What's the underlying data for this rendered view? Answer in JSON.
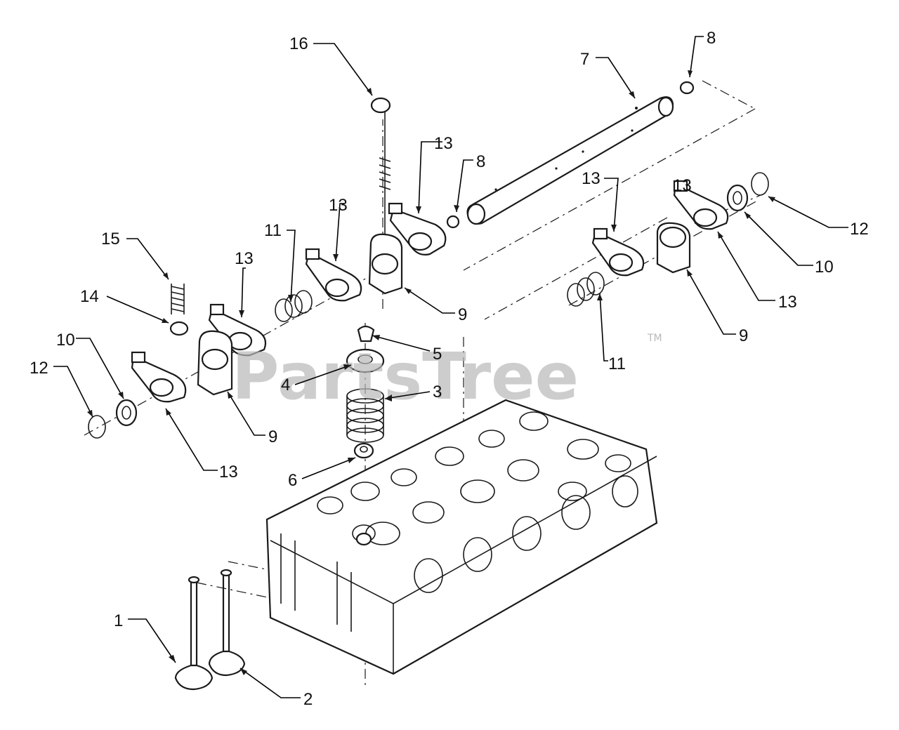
{
  "watermark": {
    "text": "PartsTree",
    "trademark": "TM"
  },
  "callouts": [
    {
      "label": "1"
    },
    {
      "label": "2"
    },
    {
      "label": "3"
    },
    {
      "label": "4"
    },
    {
      "label": "5"
    },
    {
      "label": "6"
    },
    {
      "label": "7"
    },
    {
      "label": "8"
    },
    {
      "label": "8"
    },
    {
      "label": "9"
    },
    {
      "label": "9"
    },
    {
      "label": "9"
    },
    {
      "label": "10"
    },
    {
      "label": "10"
    },
    {
      "label": "11"
    },
    {
      "label": "11"
    },
    {
      "label": "12"
    },
    {
      "label": "12"
    },
    {
      "label": "13"
    },
    {
      "label": "13"
    },
    {
      "label": "13"
    },
    {
      "label": "13"
    },
    {
      "label": "13"
    },
    {
      "label": "13"
    },
    {
      "label": "13"
    },
    {
      "label": "14"
    },
    {
      "label": "15"
    },
    {
      "label": "16"
    }
  ],
  "colors": {
    "line": "#1a1a1a",
    "watermark": "#b8b8b8",
    "background": "#ffffff"
  }
}
